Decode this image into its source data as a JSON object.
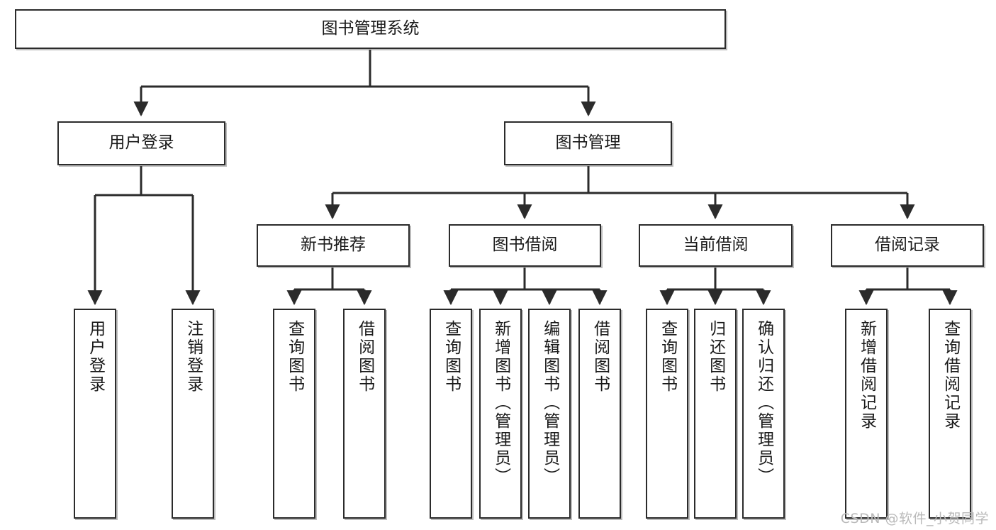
{
  "diagram": {
    "title_node": {
      "label": "图书管理系统"
    },
    "level2": [
      {
        "id": "user-login",
        "label": "用户登录"
      },
      {
        "id": "book-management",
        "label": "图书管理"
      }
    ],
    "level3": [
      {
        "id": "new-book-recommend",
        "label": "新书推荐"
      },
      {
        "id": "book-borrow",
        "label": "图书借阅"
      },
      {
        "id": "current-borrow",
        "label": "当前借阅"
      },
      {
        "id": "borrow-record",
        "label": "借阅记录"
      }
    ],
    "leaves": {
      "user_login": [
        {
          "id": "leaf-user-login",
          "label": "用户登录"
        },
        {
          "id": "leaf-logout-login",
          "label": "注销登录"
        }
      ],
      "new_book_recommend": [
        {
          "id": "leaf-query-book-1",
          "label": "查询图书"
        },
        {
          "id": "leaf-borrow-book-1",
          "label": "借阅图书"
        }
      ],
      "book_borrow": [
        {
          "id": "leaf-query-book-2",
          "label": "查询图书"
        },
        {
          "id": "leaf-add-book",
          "label": "新增图书（管理员）"
        },
        {
          "id": "leaf-edit-book",
          "label": "编辑图书（管理员）"
        },
        {
          "id": "leaf-borrow-book-2",
          "label": "借阅图书"
        }
      ],
      "current_borrow": [
        {
          "id": "leaf-query-book-3",
          "label": "查询图书"
        },
        {
          "id": "leaf-return-book",
          "label": "归还图书"
        },
        {
          "id": "leaf-confirm-return",
          "label": "确认归还（管理员）"
        }
      ],
      "borrow_record": [
        {
          "id": "leaf-add-record",
          "label": "新增借阅记录"
        },
        {
          "id": "leaf-query-record",
          "label": "查询借阅记录"
        }
      ]
    },
    "watermark": "CSDN @软件_小贺同学",
    "colors": {
      "stroke": "#2b2b2b",
      "fill": "#ffffff",
      "text": "#1a1a1a",
      "watermark": "#b9b9b9"
    }
  }
}
